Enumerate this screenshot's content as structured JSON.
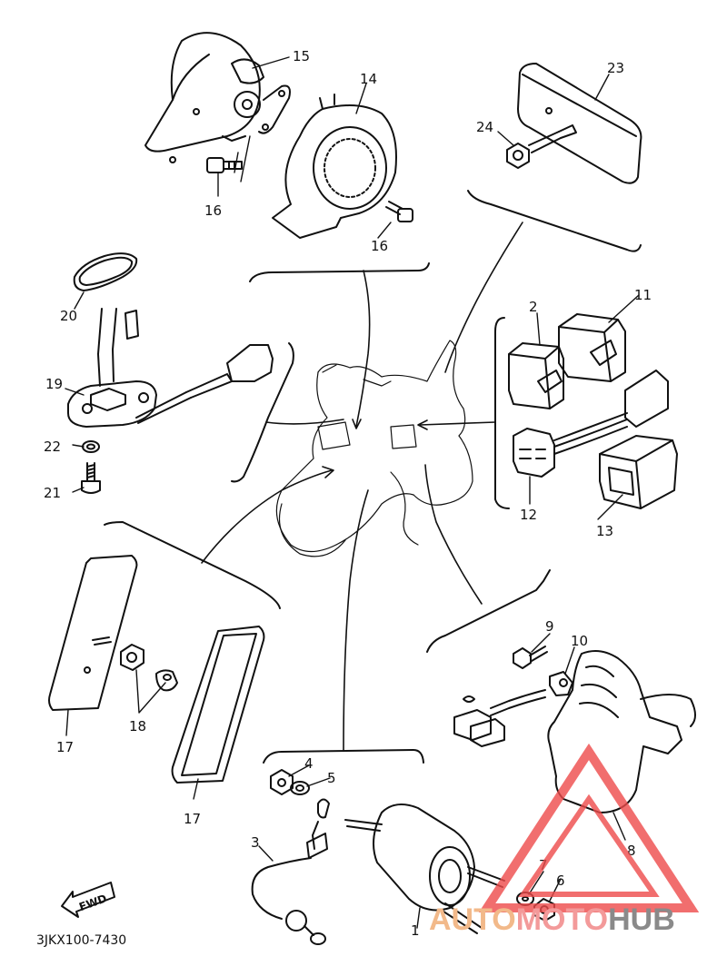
{
  "diagram": {
    "drawing_code": "3JKX100-7430",
    "fwd_label": "FWD",
    "callouts": {
      "p1": "1",
      "p2": "2",
      "p3": "3",
      "p4": "4",
      "p5": "5",
      "p6": "6",
      "p7": "7",
      "p8": "8",
      "p9": "9",
      "p10": "10",
      "p11": "11",
      "p12": "12",
      "p13": "13",
      "p14": "14",
      "p15": "15",
      "p16a": "16",
      "p16b": "16",
      "p17a": "17",
      "p17b": "17",
      "p18": "18",
      "p19": "19",
      "p20": "20",
      "p21": "21",
      "p22": "22",
      "p23": "23",
      "p24": "24"
    }
  },
  "watermark": {
    "part1": "AUTO",
    "part2": "MOTO",
    "part3": "HUB",
    "color_part1": "#f2b98a",
    "color_part2": "#f39a9a",
    "color_part3": "#8a8a8a",
    "triangle_color": "#ee4b4b"
  }
}
